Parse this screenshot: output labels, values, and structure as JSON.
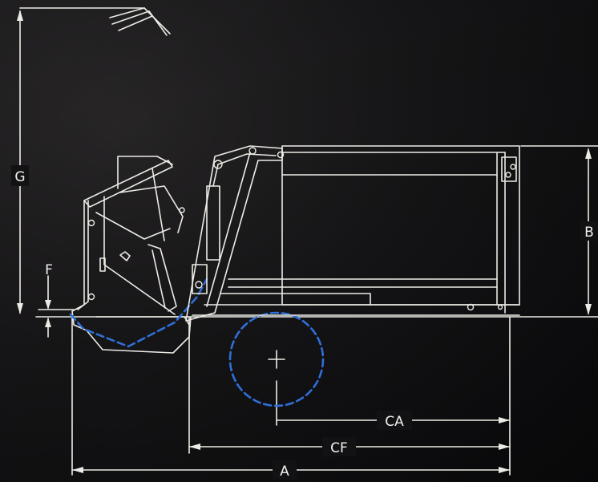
{
  "dimensions": {
    "G": "G",
    "F": "F",
    "B": "B",
    "CA": "CA",
    "CF": "CF",
    "A": "A"
  },
  "colors": {
    "background": "#151416",
    "line": "#ecece6",
    "accent": "#2f6fd8"
  }
}
